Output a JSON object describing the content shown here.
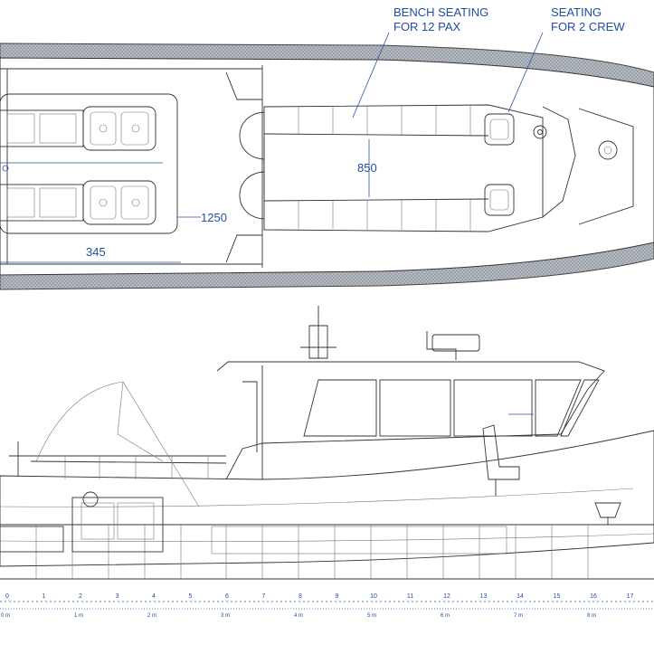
{
  "labels": {
    "bench_line1": "BENCH SEATING",
    "bench_line2": "FOR 12 PAX",
    "crew_line1": "SEATING",
    "crew_line2": "FOR 2 CREW"
  },
  "dimensions": {
    "width": "850",
    "engine_bay": "1250",
    "stern": "345"
  },
  "scale": {
    "ticks": [
      "0",
      "1",
      "2",
      "3",
      "4",
      "5",
      "6",
      "7",
      "8",
      "9",
      "10",
      "11",
      "12",
      "13",
      "14",
      "15",
      "16",
      "17"
    ],
    "units": [
      "0 m",
      "1 m",
      "2 m",
      "3 m",
      "4 m",
      "5 m",
      "6 m",
      "7 m",
      "8 m"
    ]
  },
  "colors": {
    "annotation": "#1f4fa0",
    "line": "#333333"
  }
}
